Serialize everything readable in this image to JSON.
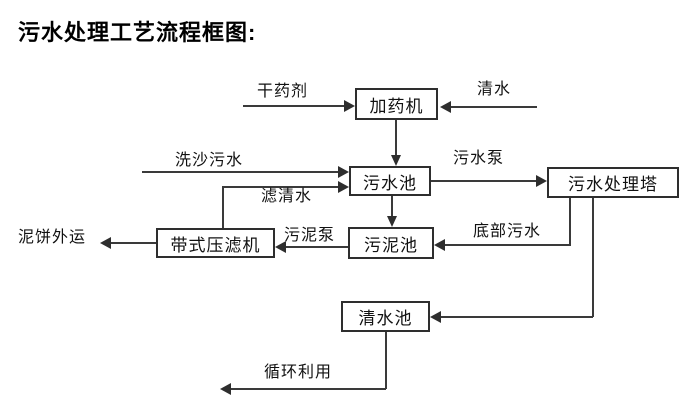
{
  "title": "污水处理工艺流程框图:",
  "diagram": {
    "type": "flowchart",
    "colors": {
      "line": "#3a3a3a",
      "border": "#2e2e2e",
      "text": "#111111",
      "background": "#ffffff"
    },
    "nodes": [
      {
        "id": "dosing-machine",
        "label": "加药机"
      },
      {
        "id": "sewage-pool",
        "label": "污水池"
      },
      {
        "id": "sewage-treatment-tower",
        "label": "污水处理塔"
      },
      {
        "id": "sludge-pool",
        "label": "污泥池"
      },
      {
        "id": "belt-filter-press",
        "label": "带式压滤机"
      },
      {
        "id": "clear-water-pool",
        "label": "清水池"
      }
    ],
    "edges": [
      {
        "from": null,
        "to": "dosing-machine",
        "label": "干药剂"
      },
      {
        "from": null,
        "to": "dosing-machine",
        "label": "清水"
      },
      {
        "from": "dosing-machine",
        "to": "sewage-pool",
        "label": ""
      },
      {
        "from": null,
        "to": "sewage-pool",
        "label": "洗沙污水"
      },
      {
        "from": "belt-filter-press",
        "to": "sewage-pool",
        "label": "滤清水"
      },
      {
        "from": "sewage-pool",
        "to": "sewage-treatment-tower",
        "label": "污水泵"
      },
      {
        "from": "sewage-pool",
        "to": "sludge-pool",
        "label": ""
      },
      {
        "from": "sewage-treatment-tower",
        "to": "sludge-pool",
        "label": "底部污水"
      },
      {
        "from": "sludge-pool",
        "to": "belt-filter-press",
        "label": "污泥泵"
      },
      {
        "from": "belt-filter-press",
        "to": null,
        "label": "泥饼外运"
      },
      {
        "from": "sewage-treatment-tower",
        "to": "clear-water-pool",
        "label": ""
      },
      {
        "from": "clear-water-pool",
        "to": null,
        "label": "循环利用"
      }
    ]
  }
}
